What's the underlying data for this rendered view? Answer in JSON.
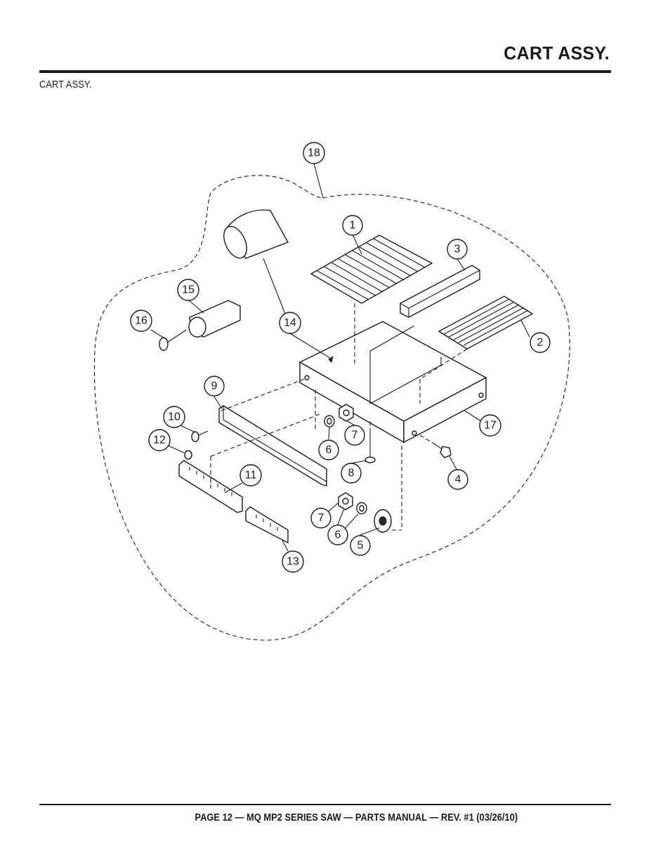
{
  "header": {
    "title": "CART ASSY."
  },
  "section": {
    "subtitle": "CART ASSY."
  },
  "footer": {
    "text": "PAGE 12 — MQ MP2 SERIES SAW — PARTS MANUAL — REV. #1  (03/26/10)"
  },
  "callouts": {
    "c1": "1",
    "c2": "2",
    "c3": "3",
    "c4": "4",
    "c5": "5",
    "c6a": "6",
    "c6b": "6",
    "c7a": "7",
    "c7b": "7",
    "c8": "8",
    "c9": "9",
    "c10": "10",
    "c11": "11",
    "c12": "12",
    "c13": "13",
    "c14": "14",
    "c15": "15",
    "c16": "16",
    "c17": "17",
    "c18": "18"
  }
}
